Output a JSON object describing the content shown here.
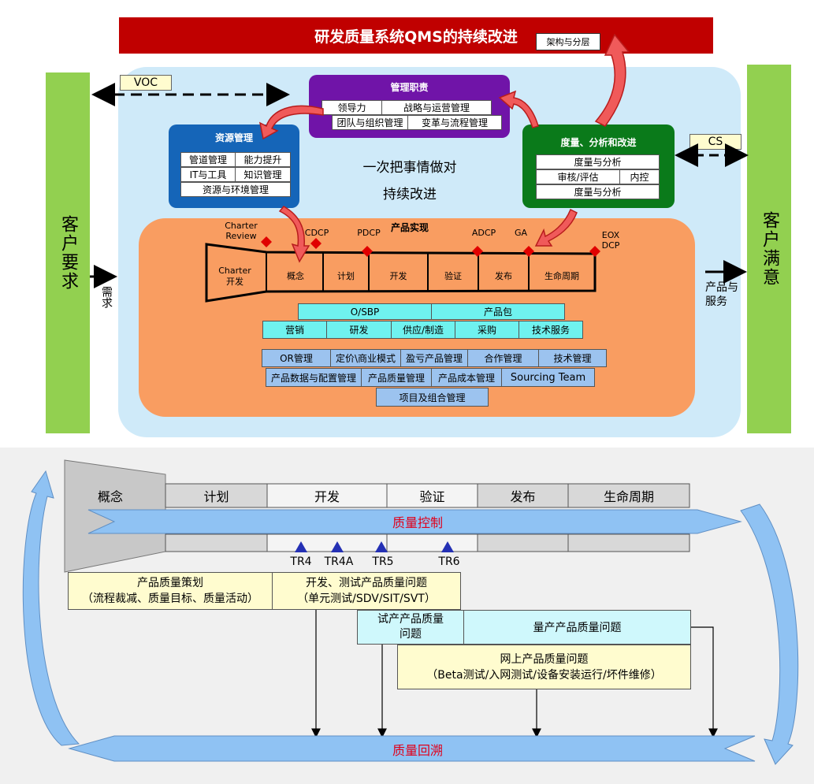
{
  "title": "研发质量系统QMS的持续改进",
  "arch_tag": "架构与分层",
  "customer_req": "客户要求",
  "customer_sat": "客户满意",
  "demand": "需求",
  "product_service": "产品与服务",
  "voc": "VOC",
  "cs": "CS",
  "center_lines": [
    "一次把事情做对",
    "持续改进"
  ],
  "mgmt": {
    "title": "管理职责",
    "cells": [
      "领导力",
      "战略与运营管理",
      "团队与组织管理",
      "变革与流程管理"
    ]
  },
  "resource": {
    "title": "资源管理",
    "cells": [
      "管道管理",
      "能力提升",
      "IT与工具",
      "知识管理",
      "资源与环境管理"
    ]
  },
  "measure": {
    "title": "度量、分析和改进",
    "cells": [
      "度量与分析",
      "审核/评估",
      "内控",
      "度量与分析"
    ]
  },
  "product_realization": {
    "title": "产品实现",
    "decision_points": [
      "Charter Review",
      "CDCP",
      "PDCP",
      "ADCP",
      "GA",
      "EOX DCP"
    ],
    "phases": [
      "Charter 开发",
      "概念",
      "计划",
      "开发",
      "验证",
      "发布",
      "生命周期"
    ],
    "row1": [
      "O/SBP",
      "产品包"
    ],
    "row2": [
      "营销",
      "研发",
      "供应/制造",
      "采购",
      "技术服务"
    ],
    "row3": [
      "OR管理",
      "定价\\商业模式",
      "盈亏产品管理",
      "合作管理",
      "技术管理"
    ],
    "row4": [
      "产品数据与配置管理",
      "产品质量管理",
      "产品成本管理",
      "Sourcing Team"
    ],
    "row5": [
      "项目及组合管理"
    ]
  },
  "lower": {
    "phases": [
      "概念",
      "计划",
      "开发",
      "验证",
      "发布",
      "生命周期"
    ],
    "quality_control": "质量控制",
    "trs": [
      "TR4",
      "TR4A",
      "TR5",
      "TR6"
    ],
    "planning": [
      "产品质量策划",
      "（流程裁减、质量目标、质量活动）"
    ],
    "dev_test": [
      "开发、测试产品质量问题",
      "（单元测试/SDV/SIT/SVT）"
    ],
    "trial": [
      "试产产品质量",
      "问题"
    ],
    "mass": "量产产品质量问题",
    "online": [
      "网上产品质量问题",
      "（Beta测试/入网测试/设备安装运行/坏件维修）"
    ],
    "trace_back": "质量回溯"
  },
  "colors": {
    "banner": "#c00000",
    "green": "#92d050",
    "light_blue_panel": "#cfeaf9",
    "orange": "#f99d61",
    "purple": "#7014a8",
    "blue": "#1565b8",
    "dark_green": "#0a7a1a",
    "cyan": "#6ff2ef",
    "light_blue": "#9cc3ef",
    "red_text": "#e0001b"
  },
  "icons": [
    "curved-arrow-icon",
    "diamond-icon",
    "triangle-icon",
    "dashed-double-arrow-icon"
  ]
}
